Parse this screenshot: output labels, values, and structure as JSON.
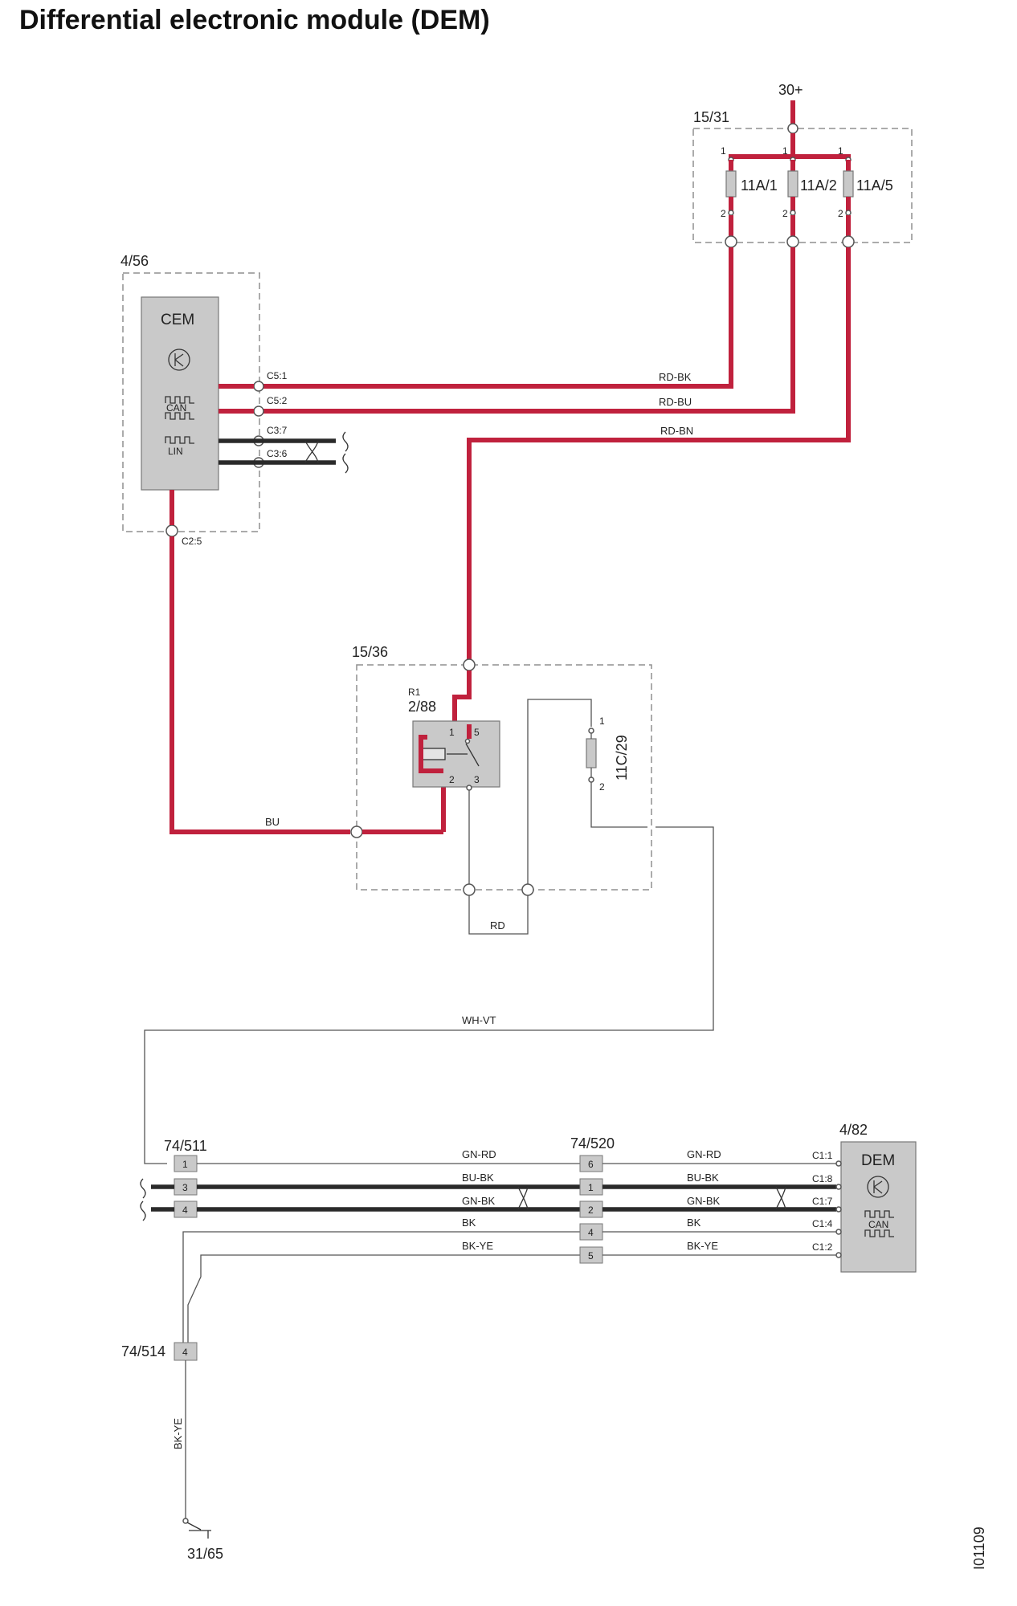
{
  "title": "Differential electronic module (DEM)",
  "supply": "30+",
  "fusebox": {
    "label": "15/31",
    "fuses": [
      "11A/1",
      "11A/2",
      "11A/5"
    ],
    "pin_top": "1",
    "pin_bottom": "2"
  },
  "cem": {
    "box": "4/56",
    "name": "CEM",
    "can": "CAN",
    "lin": "LIN",
    "pins": [
      "C5:1",
      "C5:2",
      "C3:7",
      "C3:6",
      "C2:5"
    ]
  },
  "wires": {
    "rd_bk": "RD-BK",
    "rd_bu": "RD-BU",
    "rd_bn": "RD-BN",
    "bu": "BU",
    "rd": "RD",
    "wh_vt": "WH-VT",
    "gn_rd": "GN-RD",
    "bu_bk": "BU-BK",
    "gn_bk": "GN-BK",
    "bk": "BK",
    "bk_ye": "BK-YE"
  },
  "relay_box": {
    "label": "15/36",
    "relay_name": "R1",
    "relay_id": "2/88",
    "pins": [
      "1",
      "5",
      "2",
      "3"
    ],
    "fuse": "11C/29",
    "fuse_pins": [
      "1",
      "2"
    ]
  },
  "connectors": {
    "c511": {
      "label": "74/511",
      "pins": [
        "1",
        "3",
        "4"
      ]
    },
    "c520": {
      "label": "74/520",
      "pins": [
        "6",
        "1",
        "2",
        "4",
        "5"
      ]
    },
    "c514": {
      "label": "74/514",
      "pin": "4"
    }
  },
  "dem": {
    "box": "4/82",
    "name": "DEM",
    "can": "CAN",
    "pins": [
      "C1:1",
      "C1:8",
      "C1:7",
      "C1:4",
      "C1:2"
    ]
  },
  "ground": "31/65",
  "figure_id": "I01109"
}
